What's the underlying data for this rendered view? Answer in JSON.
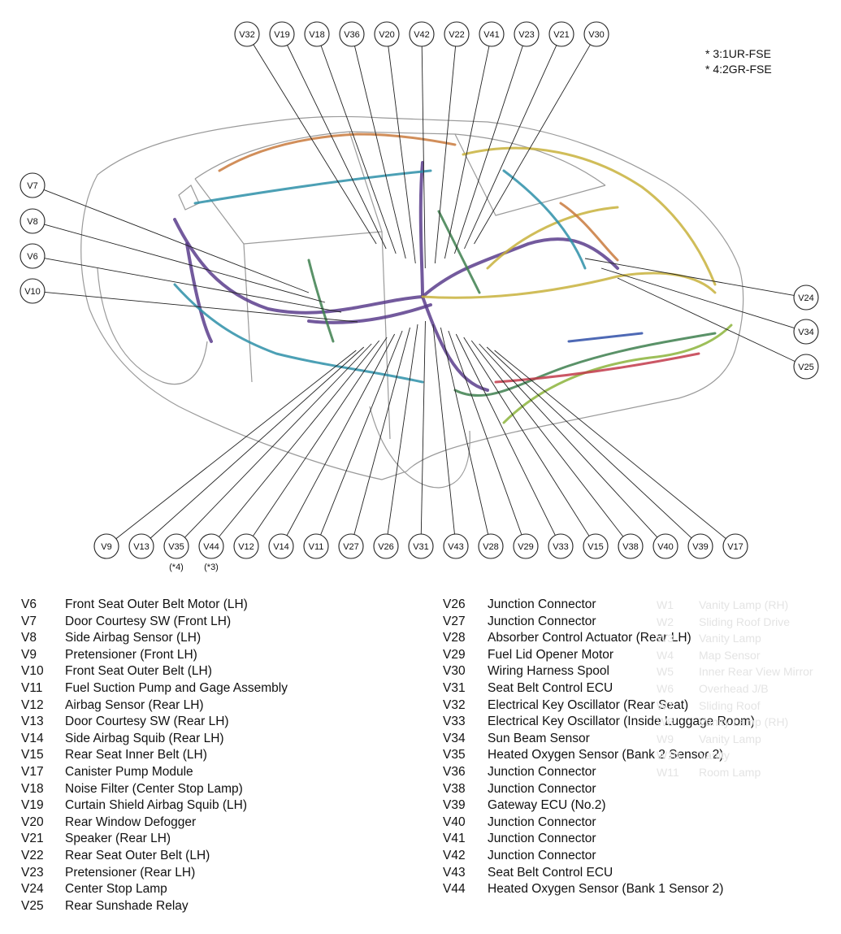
{
  "engine_notes": [
    "* 3:1UR-FSE",
    "* 4:2GR-FSE"
  ],
  "top_callouts": [
    "V32",
    "V19",
    "V18",
    "V36",
    "V20",
    "V42",
    "V22",
    "V41",
    "V23",
    "V21",
    "V30"
  ],
  "left_callouts": [
    "V7",
    "V8",
    "V6",
    "V10"
  ],
  "right_callouts": [
    "V24",
    "V34",
    "V25"
  ],
  "bottom_callouts": [
    {
      "label": "V9"
    },
    {
      "label": "V13"
    },
    {
      "label": "V35",
      "note": "(*4)"
    },
    {
      "label": "V44",
      "note": "(*3)"
    },
    {
      "label": "V12"
    },
    {
      "label": "V14"
    },
    {
      "label": "V11"
    },
    {
      "label": "V27"
    },
    {
      "label": "V26"
    },
    {
      "label": "V31"
    },
    {
      "label": "V43"
    },
    {
      "label": "V28"
    },
    {
      "label": "V29"
    },
    {
      "label": "V33"
    },
    {
      "label": "V15"
    },
    {
      "label": "V38"
    },
    {
      "label": "V40"
    },
    {
      "label": "V39"
    },
    {
      "label": "V17"
    }
  ],
  "legend_left": [
    {
      "code": "V6",
      "name": "Front Seat Outer Belt Motor (LH)"
    },
    {
      "code": "V7",
      "name": "Door Courtesy SW (Front LH)"
    },
    {
      "code": "V8",
      "name": "Side Airbag Sensor (LH)"
    },
    {
      "code": "V9",
      "name": "Pretensioner (Front LH)"
    },
    {
      "code": "V10",
      "name": "Front Seat Outer Belt (LH)"
    },
    {
      "code": "V11",
      "name": "Fuel Suction Pump and Gage Assembly"
    },
    {
      "code": "V12",
      "name": "Airbag Sensor (Rear LH)"
    },
    {
      "code": "V13",
      "name": "Door Courtesy SW (Rear LH)"
    },
    {
      "code": "V14",
      "name": "Side Airbag Squib (Rear LH)"
    },
    {
      "code": "V15",
      "name": "Rear Seat Inner Belt (LH)"
    },
    {
      "code": "V17",
      "name": "Canister Pump Module"
    },
    {
      "code": "V18",
      "name": "Noise Filter (Center Stop Lamp)"
    },
    {
      "code": "V19",
      "name": "Curtain Shield Airbag Squib (LH)"
    },
    {
      "code": "V20",
      "name": "Rear Window Defogger"
    },
    {
      "code": "V21",
      "name": "Speaker (Rear LH)"
    },
    {
      "code": "V22",
      "name": "Rear Seat Outer Belt (LH)"
    },
    {
      "code": "V23",
      "name": "Pretensioner (Rear LH)"
    },
    {
      "code": "V24",
      "name": "Center Stop Lamp"
    },
    {
      "code": "V25",
      "name": "Rear Sunshade Relay"
    }
  ],
  "legend_right": [
    {
      "code": "V26",
      "name": "Junction Connector"
    },
    {
      "code": "V27",
      "name": "Junction Connector"
    },
    {
      "code": "V28",
      "name": "Absorber Control Actuator (Rear LH)"
    },
    {
      "code": "V29",
      "name": "Fuel Lid Opener Motor"
    },
    {
      "code": "V30",
      "name": "Wiring Harness Spool"
    },
    {
      "code": "V31",
      "name": "Seat Belt Control ECU"
    },
    {
      "code": "V32",
      "name": "Electrical Key Oscillator (Rear Seat)"
    },
    {
      "code": "V33",
      "name": "Electrical Key Oscillator (Inside Luggage Room)"
    },
    {
      "code": "V34",
      "name": "Sun Beam Sensor"
    },
    {
      "code": "V35",
      "name": "Heated Oxygen Sensor (Bank 2 Sensor 2)"
    },
    {
      "code": "V36",
      "name": "Junction Connector"
    },
    {
      "code": "V38",
      "name": "Junction Connector"
    },
    {
      "code": "V39",
      "name": "Gateway ECU (No.2)"
    },
    {
      "code": "V40",
      "name": "Junction Connector"
    },
    {
      "code": "V41",
      "name": "Junction Connector"
    },
    {
      "code": "V42",
      "name": "Junction Connector"
    },
    {
      "code": "V43",
      "name": "Seat Belt Control ECU"
    },
    {
      "code": "V44",
      "name": "Heated Oxygen Sensor (Bank 1 Sensor 2)"
    }
  ],
  "ghost_legend": [
    {
      "code": "W1",
      "name": "Vanity Lamp (RH)"
    },
    {
      "code": "W2",
      "name": "Sliding Roof Drive"
    },
    {
      "code": "W3",
      "name": "Vanity Lamp"
    },
    {
      "code": "W4",
      "name": "Map Sensor"
    },
    {
      "code": "W5",
      "name": "Inner Rear View Mirror"
    },
    {
      "code": "W6",
      "name": "Overhead J/B"
    },
    {
      "code": "W7",
      "name": "Sliding Roof"
    },
    {
      "code": "W8",
      "name": "Vanity Lamp (RH)"
    },
    {
      "code": "W9",
      "name": "Vanity Lamp"
    },
    {
      "code": "W10",
      "name": "Vanity"
    },
    {
      "code": "W11",
      "name": "Room Lamp"
    }
  ],
  "colors": {
    "purple": "#5b3d8c",
    "yellow": "#c8b23c",
    "teal": "#2d8fa8",
    "green": "#3d7f4e",
    "orange": "#c97a3d",
    "lime": "#8cb43c",
    "blue": "#2f4fa8",
    "red": "#c23a4a",
    "outline": "#9a9a9a"
  }
}
